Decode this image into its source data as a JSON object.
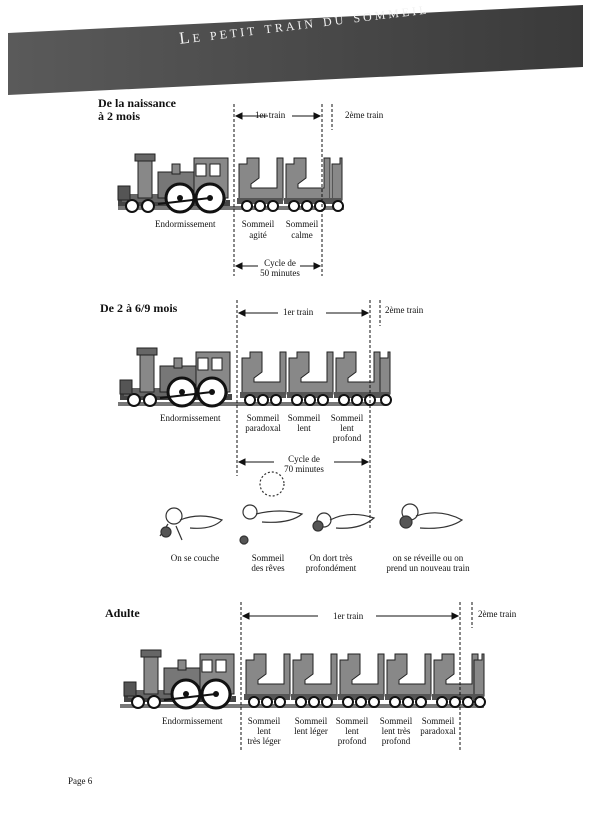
{
  "header": {
    "title": "Le petit train du sommeil"
  },
  "sections": [
    {
      "heading_line1": "De la naissance",
      "heading_line2": "à 2 mois",
      "first_train": "1er train",
      "second_train": "2ème train",
      "labels": [
        {
          "line1": "Endormissement",
          "line2": ""
        },
        {
          "line1": "Sommeil",
          "line2": "agité"
        },
        {
          "line1": "Sommeil",
          "line2": "calme"
        }
      ],
      "cycle_line1": "Cycle de",
      "cycle_line2": "50 minutes"
    },
    {
      "heading": "De 2 à 6/9 mois",
      "first_train": "1er train",
      "second_train": "2ème train",
      "labels": [
        {
          "line1": "Endormissement",
          "line2": "",
          "line3": ""
        },
        {
          "line1": "Sommeil",
          "line2": "paradoxal",
          "line3": ""
        },
        {
          "line1": "Sommeil",
          "line2": "lent",
          "line3": ""
        },
        {
          "line1": "Sommeil",
          "line2": "lent",
          "line3": "profond"
        }
      ],
      "cycle_line1": "Cycle de",
      "cycle_line2": "70 minutes",
      "baby_captions": [
        {
          "line1": "On se couche",
          "line2": ""
        },
        {
          "line1": "Sommeil",
          "line2": "des rêves"
        },
        {
          "line1": "On dort très",
          "line2": "profondément"
        },
        {
          "line1": "on se réveille ou on",
          "line2": "prend un nouveau train"
        }
      ]
    },
    {
      "heading": "Adulte",
      "first_train": "1er train",
      "second_train": "2ème train",
      "labels": [
        {
          "line1": "Endormissement",
          "line2": "",
          "line3": ""
        },
        {
          "line1": "Sommeil",
          "line2": "lent",
          "line3": "très léger"
        },
        {
          "line1": "Sommeil",
          "line2": "lent léger",
          "line3": ""
        },
        {
          "line1": "Sommeil",
          "line2": "lent",
          "line3": "profond"
        },
        {
          "line1": "Sommeil",
          "line2": "lent très",
          "line3": "profond"
        },
        {
          "line1": "Sommeil",
          "line2": "paradoxal",
          "line3": ""
        }
      ]
    }
  ],
  "footer": {
    "page": "Page 6"
  }
}
